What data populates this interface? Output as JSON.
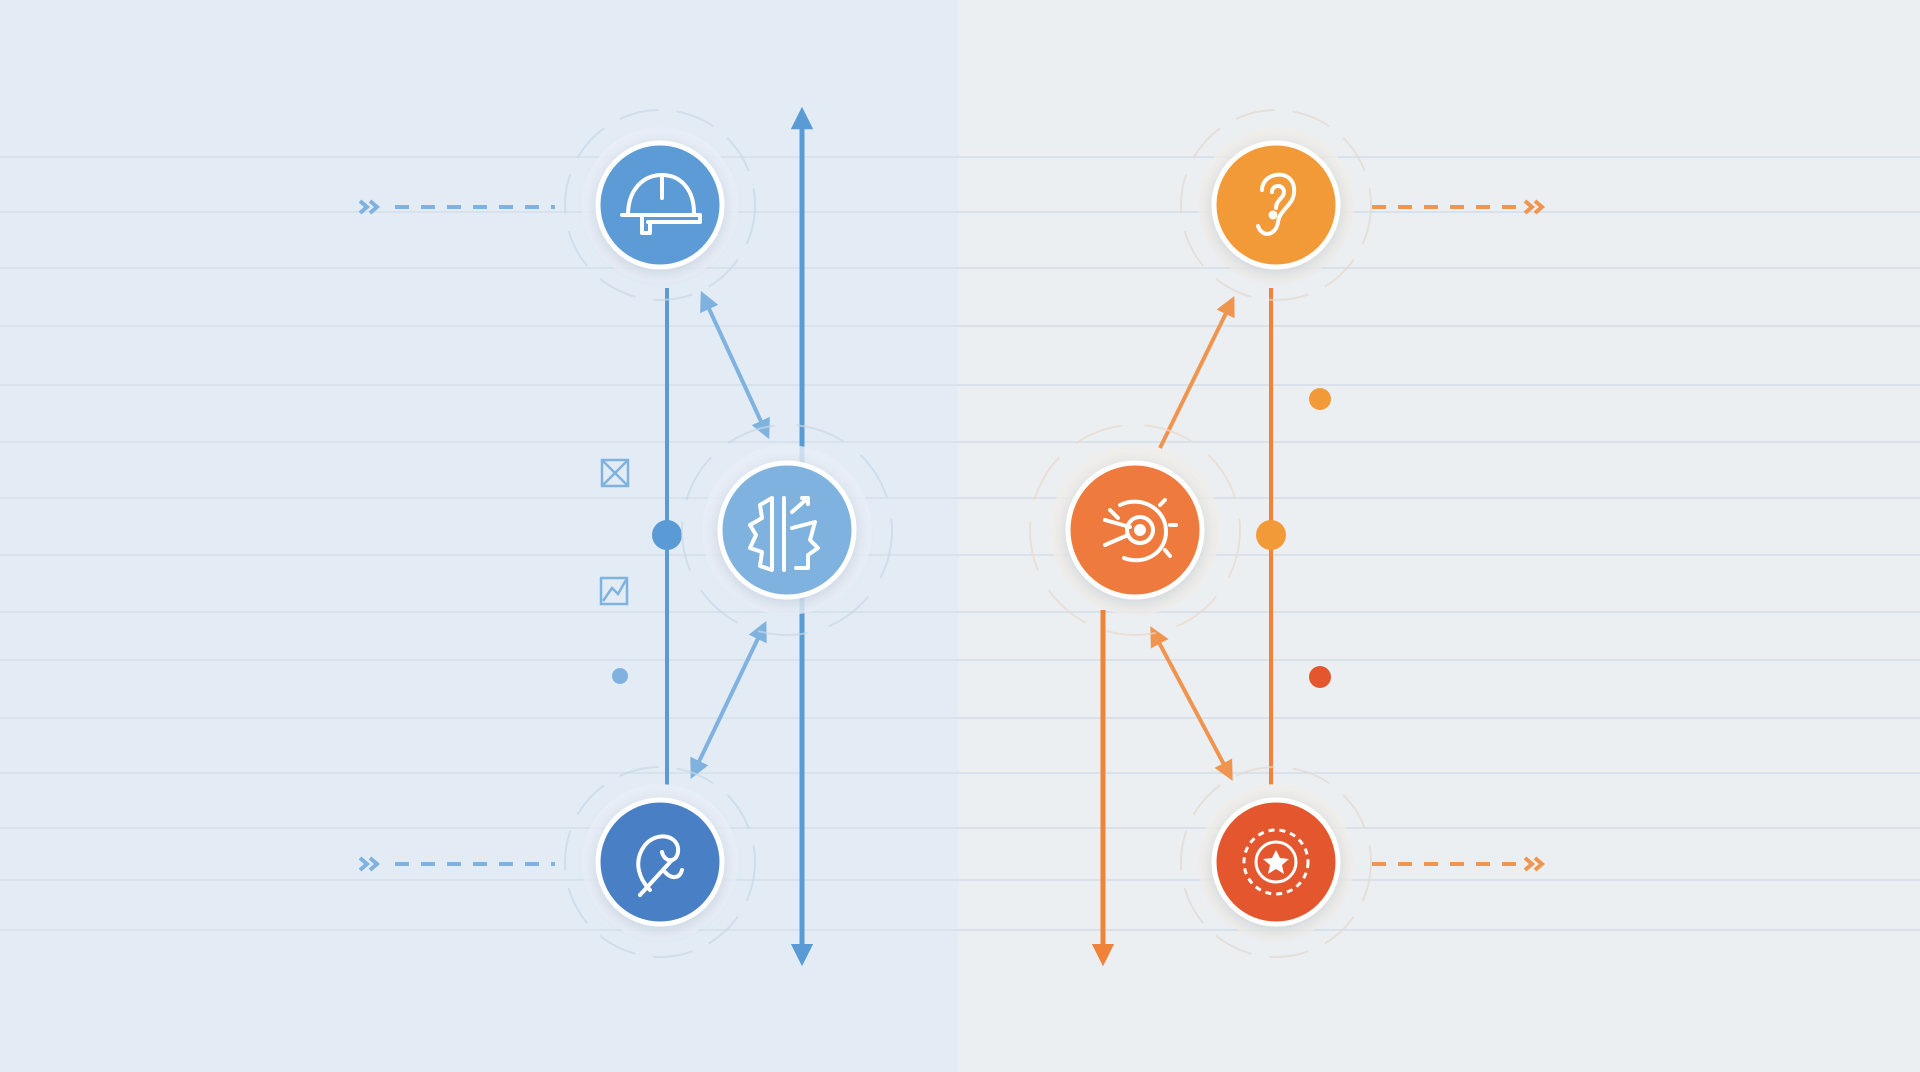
{
  "colors": {
    "left_panel_bg": "#e3ecf5",
    "right_panel_bg": "#eceff2",
    "guide_line": "#d7e2ec",
    "blue": "#5b9bd5",
    "blue_light": "#7fb2de",
    "blue_deep": "#4a7fc4",
    "orange": "#f28c38",
    "orange_mid": "#ee7a3c",
    "orange_deep": "#e4572e"
  },
  "diagram": {
    "left_group": {
      "nodes": [
        {
          "id": "top",
          "icon": "hard-hat-icon",
          "color": "#5b9bd5"
        },
        {
          "id": "middle",
          "icon": "gear-hand-icon",
          "color": "#7fb2de"
        },
        {
          "id": "bottom",
          "icon": "pen-loop-icon",
          "color": "#4a7fc4"
        }
      ],
      "side_markers": [
        "crossed-box-icon",
        "chart-box-icon",
        "dot"
      ]
    },
    "right_group": {
      "nodes": [
        {
          "id": "top",
          "icon": "ear-icon",
          "color": "#f29a38"
        },
        {
          "id": "middle",
          "icon": "target-gear-icon",
          "color": "#ee7a3c"
        },
        {
          "id": "bottom",
          "icon": "star-badge-icon",
          "color": "#e4572e"
        }
      ],
      "side_markers": [
        "dot",
        "dot"
      ]
    }
  }
}
